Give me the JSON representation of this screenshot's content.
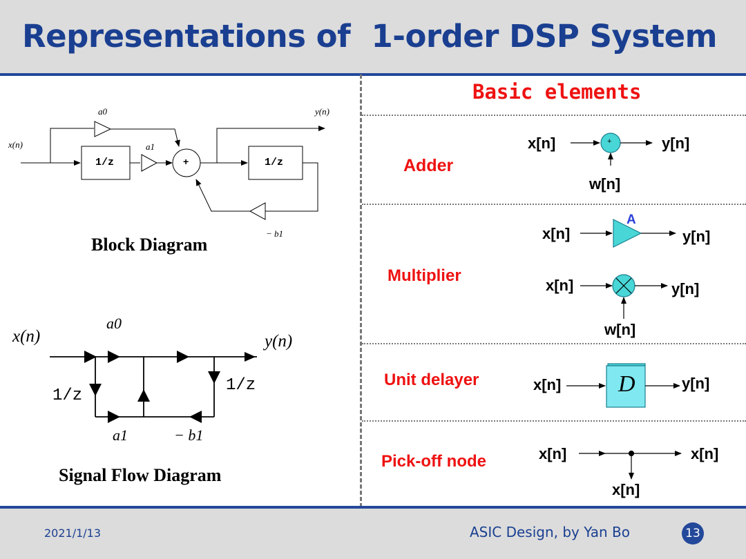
{
  "title": "Representations of  1-order DSP System",
  "footer": {
    "date": "2021/1/13",
    "credit": "ASIC Design, by Yan Bo",
    "page": "13"
  },
  "block": {
    "caption": "Block Diagram",
    "x": "x(n)",
    "y": "y(n)",
    "a0": "a0",
    "a1": "a1",
    "b1": "− b1",
    "delay1": "1/z",
    "delay2": "1/z",
    "adder": "+"
  },
  "sfd": {
    "caption": "Signal Flow Diagram",
    "x": "x(n)",
    "y": "y(n)",
    "a0": "a0",
    "a1": "a1",
    "b1": "− b1",
    "delay_left": "1/z",
    "delay_right": "1/z"
  },
  "elements": {
    "heading": "Basic elements",
    "adder": {
      "label": "Adder",
      "in": "x[n]",
      "out": "y[n]",
      "side": "w[n]",
      "symbol": "+"
    },
    "multiplier": {
      "label": "Multiplier",
      "gain_in": "x[n]",
      "gain_out": "y[n]",
      "gain": "A",
      "mul_in": "x[n]",
      "mul_out": "y[n]",
      "mul_side": "w[n]"
    },
    "delayer": {
      "label": "Unit delayer",
      "in": "x[n]",
      "out": "y[n]",
      "box": "D"
    },
    "pickoff": {
      "label": "Pick-off node",
      "in": "x[n]",
      "out": "x[n]",
      "branch": "x[n]"
    }
  }
}
